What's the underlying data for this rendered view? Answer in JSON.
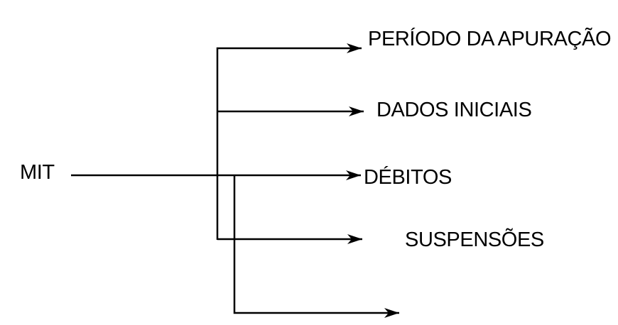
{
  "diagram": {
    "type": "tree-flowchart",
    "root": {
      "label": "MIT"
    },
    "branches": [
      {
        "id": "periodo-da-apuracao",
        "label": "PERÍODO DA APURAÇÃO"
      },
      {
        "id": "dados-iniciais",
        "label": "DADOS INICIAIS"
      },
      {
        "id": "debitos",
        "label": "DÉBITOS"
      },
      {
        "id": "suspensoes",
        "label": "SUSPENSÕES"
      },
      {
        "id": "unlabeled-arrow",
        "label": ""
      }
    ],
    "colors": {
      "line": "#000000",
      "text": "#000000",
      "background": "#ffffff"
    }
  }
}
